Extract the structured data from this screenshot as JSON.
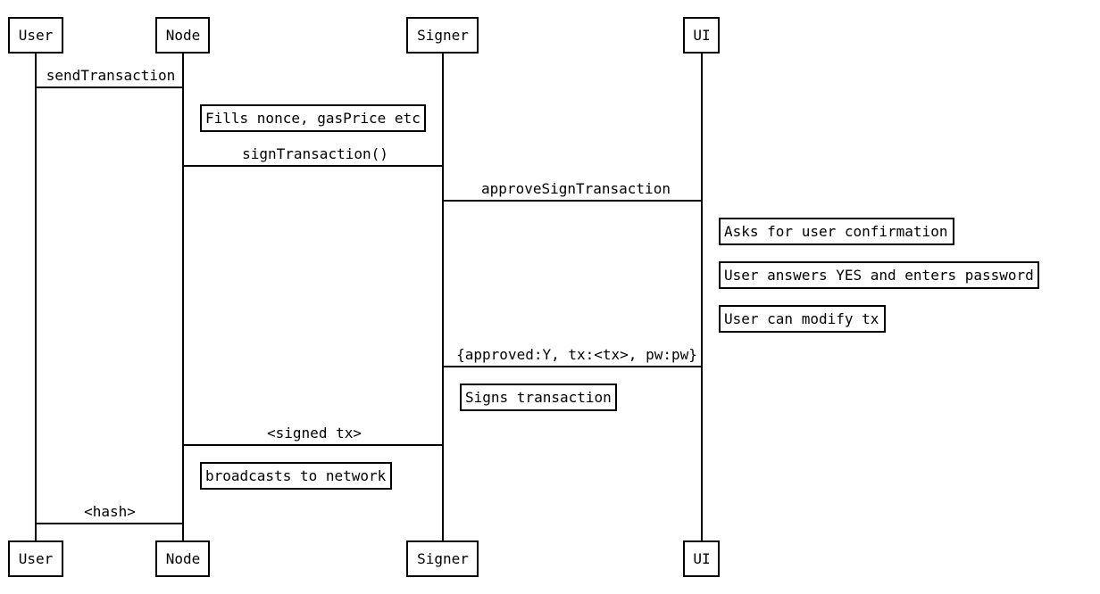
{
  "participants": [
    {
      "id": "user",
      "label": "User"
    },
    {
      "id": "node",
      "label": "Node"
    },
    {
      "id": "signer",
      "label": "Signer"
    },
    {
      "id": "ui",
      "label": "UI"
    }
  ],
  "messages": [
    {
      "from": "user",
      "to": "node",
      "label": "sendTransaction"
    },
    {
      "from": "node",
      "to": "signer",
      "label": "signTransaction()"
    },
    {
      "from": "signer",
      "to": "ui",
      "label": "approveSignTransaction"
    },
    {
      "from": "ui",
      "to": "signer",
      "label": "{approved:Y, tx:<tx>, pw:pw}"
    },
    {
      "from": "signer",
      "to": "node",
      "label": "<signed tx>"
    },
    {
      "from": "node",
      "to": "user",
      "label": "<hash>"
    }
  ],
  "notes": [
    {
      "at": "node",
      "label": "Fills nonce, gasPrice etc"
    },
    {
      "at": "ui",
      "label": "Asks for user confirmation"
    },
    {
      "at": "ui",
      "label": "User answers YES and enters password"
    },
    {
      "at": "ui",
      "label": "User can modify tx"
    },
    {
      "at": "signer",
      "label": "Signs transaction"
    },
    {
      "at": "node",
      "label": "broadcasts to network"
    }
  ]
}
